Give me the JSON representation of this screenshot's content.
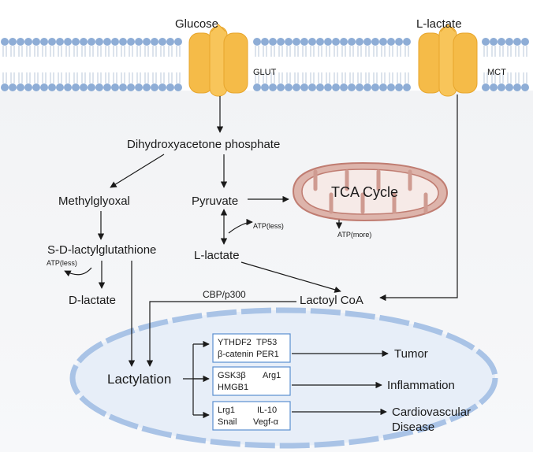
{
  "membrane": {
    "left_molecule": "Glucose",
    "left_transporter": "GLUT",
    "right_molecule": "L-lactate",
    "right_transporter": "MCT"
  },
  "metabolites": {
    "dhap": "Dihydroxyacetone phosphate",
    "methylglyoxal": "Methylglyoxal",
    "pyruvate": "Pyruvate",
    "sdlg": "S-D-lactylglutathione",
    "l_lactate": "L-lactate",
    "d_lactate": "D-lactate",
    "lactoyl_coa": "Lactoyl CoA"
  },
  "mitochondrion": {
    "label": "TCA Cycle",
    "atp_more": "ATP(more)"
  },
  "atp_less_pyruvate": "ATP(less)",
  "atp_less_sdlg": "ATP(less)",
  "enzyme": "CBP/p300",
  "nucleus": {
    "lactylation": "Lactylation",
    "boxes": [
      {
        "line1_left": "YTHDF2",
        "line1_right": "TP53",
        "line2_left": "β-catenin",
        "line2_right": "PER1"
      },
      {
        "line1_left": "GSK3β",
        "line1_right": "Arg1",
        "line2_left": "HMGB1",
        "line2_right": ""
      },
      {
        "line1_left": "Lrg1",
        "line1_right": "IL-10",
        "line2_left": "Snail",
        "line2_right": "Vegf-α"
      }
    ]
  },
  "outcomes": {
    "tumor": "Tumor",
    "inflammation": "Inflammation",
    "cardio_line1": "Cardiovascular",
    "cardio_line2": "Disease"
  },
  "colors": {
    "membrane_head": "#8eadd6",
    "transporter": "#f5bb48",
    "mito_fill": "#ddb4ab",
    "mito_stroke": "#c07d72",
    "nucleus_fill": "#e7eef8",
    "nucleus_border": "#a9c3e6",
    "box_border": "#5a8fd0"
  }
}
